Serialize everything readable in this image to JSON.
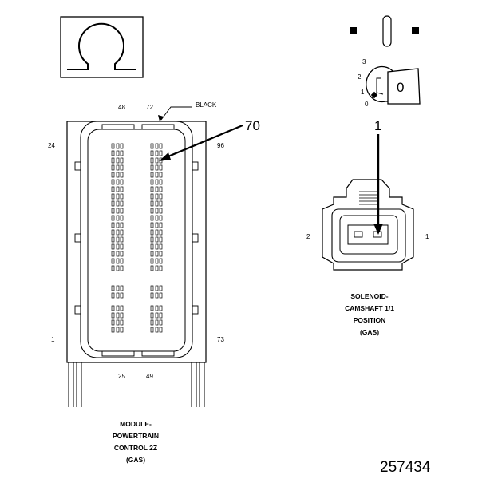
{
  "symbol": {
    "icon": "ohm-icon",
    "glyph": "Ω"
  },
  "pcm_connector": {
    "color_label": "BLACK",
    "callout": "70",
    "pin_labels": {
      "top_left": "48",
      "top_right": "72",
      "left_upper": "24",
      "right_upper": "96",
      "left_lower": "1",
      "right_lower": "73",
      "bottom_left": "25",
      "bottom_right": "49"
    },
    "caption": [
      "MODULE-",
      "POWERTRAIN",
      "CONTROL 2Z",
      "(GAS)"
    ]
  },
  "key_switch": {
    "positions": [
      "3",
      "2",
      "1",
      "0"
    ],
    "key_label": "0"
  },
  "solenoid_connector": {
    "callout": "1",
    "pin_left": "2",
    "pin_right": "1",
    "caption": [
      "SOLENOID-",
      "CAMSHAFT 1/1",
      "POSITION",
      "(GAS)"
    ]
  },
  "figure_number": "257434"
}
